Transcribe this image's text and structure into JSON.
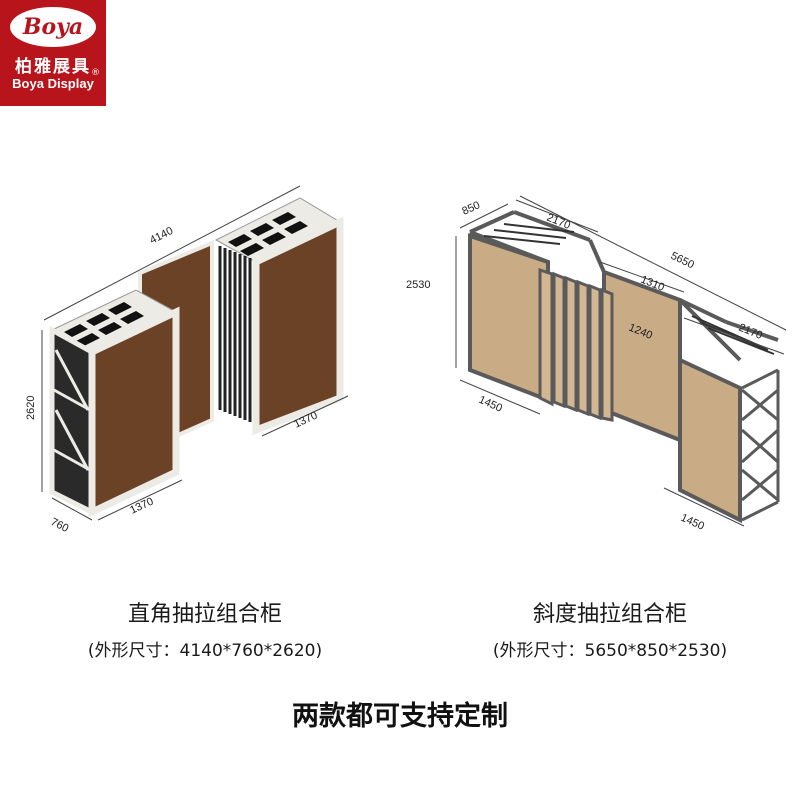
{
  "logo": {
    "mark": "Boya",
    "name_cn": "柏雅展具",
    "name_en": "Boya Display",
    "registered": "®"
  },
  "left_cabinet": {
    "title": "直角抽拉组合柜",
    "subtitle": "(外形尺寸：4140*760*2620)",
    "dims": {
      "width": "4140",
      "height": "2620",
      "depth": "760",
      "front_width": "1370",
      "side_width": "1370"
    }
  },
  "right_cabinet": {
    "title": "斜度抽拉组合柜",
    "subtitle": "(外形尺寸：5650*850*2530)",
    "dims": {
      "depth": "850",
      "top_left": "2170",
      "total": "5650",
      "height": "2530",
      "mid": "1310",
      "inner": "1240",
      "top_right": "2170",
      "bottom_left": "1450",
      "bottom_right": "1450"
    }
  },
  "footer": "两款都可支持定制",
  "colors": {
    "brand": "#b8141c",
    "frame": "#ecebe6",
    "panel_dark": "#6b4226",
    "panel_light": "#c9ac86",
    "steel": "#5a5a5a"
  }
}
